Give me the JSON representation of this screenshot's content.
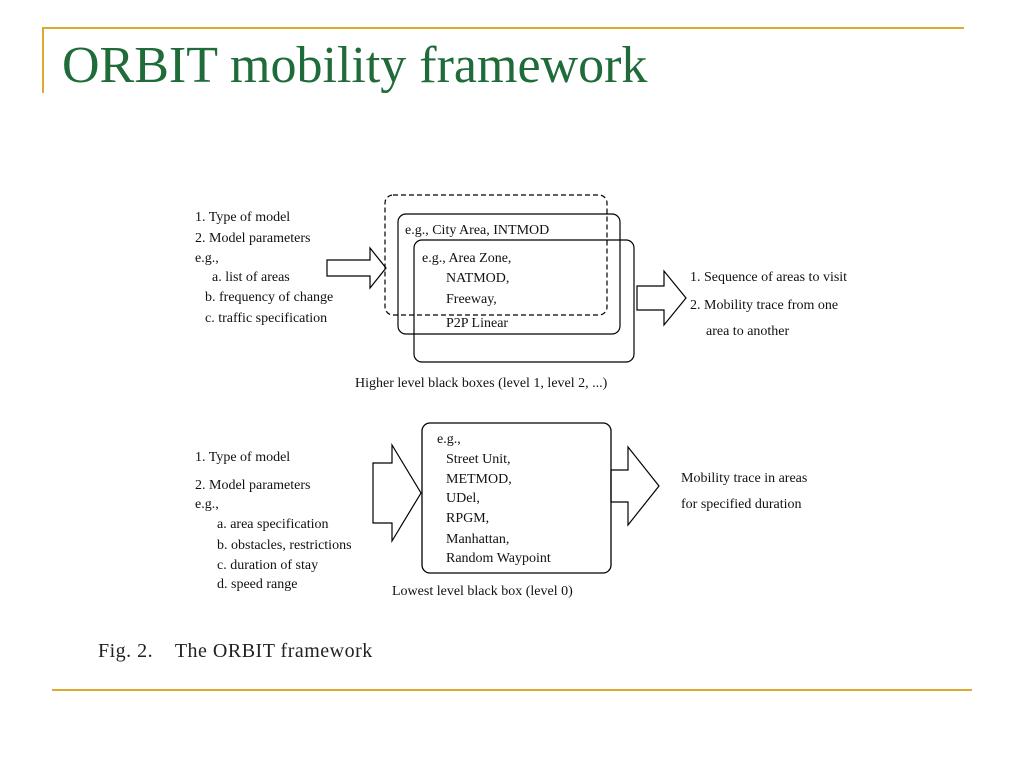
{
  "slide": {
    "title": "ORBIT mobility framework",
    "accent_color": "#e0a82e",
    "title_color": "#1f6b3a"
  },
  "diagram": {
    "top": {
      "inputs": [
        "1. Type of model",
        "2. Model parameters",
        "e.g.,",
        "a. list of areas",
        "b. frequency of change",
        "c. traffic specification"
      ],
      "box_level2": "e.g., City Area, INTMOD",
      "box_level1": [
        "e.g., Area Zone,",
        "NATMOD,",
        "Freeway,",
        "P2P Linear"
      ],
      "outputs": [
        "1. Sequence of areas to visit",
        "2. Mobility trace from one",
        "area to another"
      ],
      "caption": "Higher level black boxes (level 1, level 2, ...)"
    },
    "bottom": {
      "inputs": [
        "1. Type of model",
        "2. Model parameters",
        "e.g.,",
        "a. area specification",
        "b. obstacles, restrictions",
        "c. duration of stay",
        "d. speed range"
      ],
      "box": [
        "e.g.,",
        "Street Unit,",
        "METMOD,",
        "UDel,",
        "RPGM,",
        "Manhattan,",
        "Random Waypoint"
      ],
      "outputs": [
        "Mobility trace in areas",
        "for specified duration"
      ],
      "caption": "Lowest level black box (level 0)"
    },
    "figure_caption": "Fig. 2.    The ORBIT framework"
  }
}
